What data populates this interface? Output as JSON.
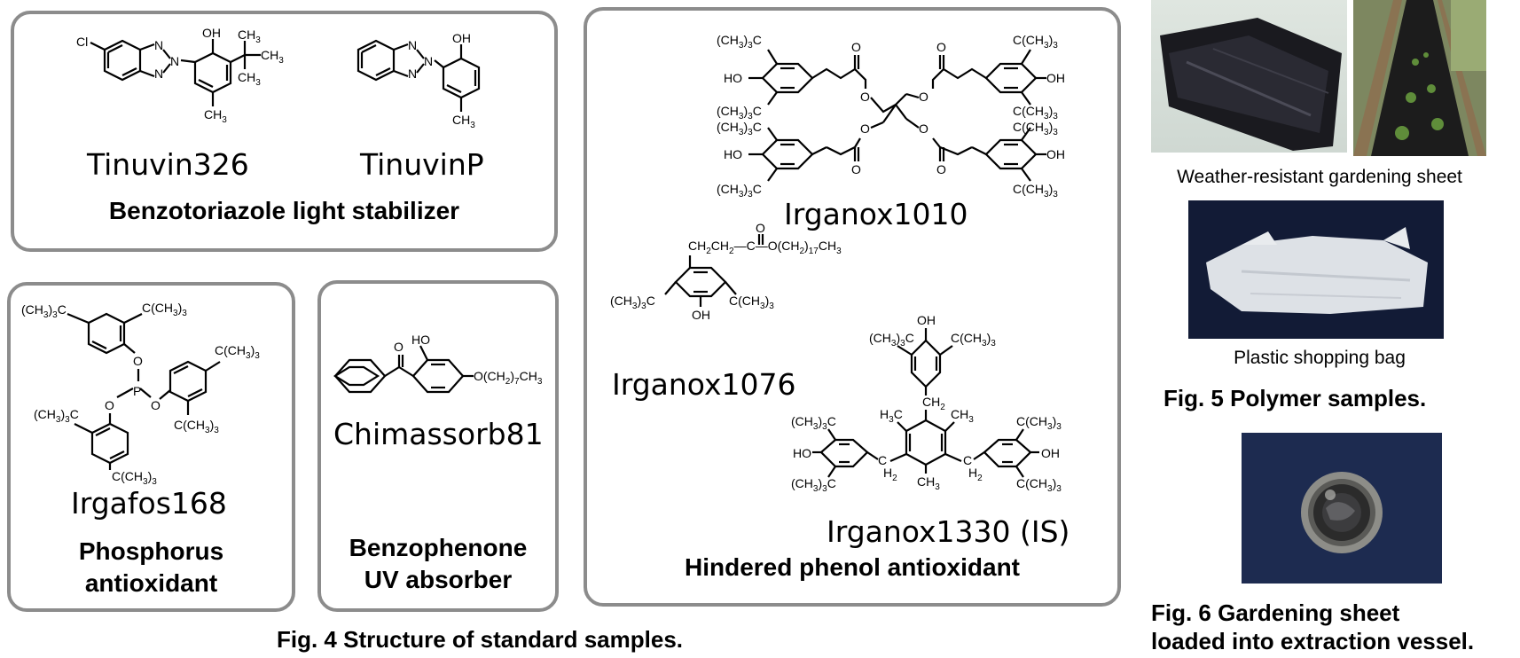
{
  "compounds": {
    "tinuvin326": "Tinuvin326",
    "tinuvinp": "TinuvinP",
    "irgafos168": "Irgafos168",
    "chimassorb81": "Chimassorb81",
    "irganox1010": "Irganox1010",
    "irganox1076": "Irganox1076",
    "irganox1330": "Irganox1330 (IS)"
  },
  "categories": {
    "benzotriazole": "Benzotoriazole light stabilizer",
    "phosphorus": "Phosphorus\nantioxidant",
    "benzophenone": "Benzophenone\nUV absorber",
    "hindered_phenol": "Hindered phenol antioxidant"
  },
  "captions": {
    "fig4": "Fig. 4  Structure of standard samples.",
    "fig5": "Fig. 5  Polymer samples.",
    "fig6_line1": "Fig. 6  Gardening sheet",
    "fig6_line2": "loaded into extraction vessel."
  },
  "photo_labels": {
    "sheet": "Weather-resistant gardening sheet",
    "bag": "Plastic shopping bag"
  }
}
